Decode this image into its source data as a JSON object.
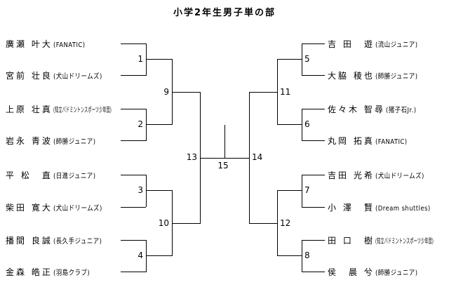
{
  "title": "小学2年生男子単の部",
  "bracket": {
    "left_players": [
      {
        "name": "廣瀬 叶大",
        "club": "(FANATIC)"
      },
      {
        "name": "宮前 壮良",
        "club": "(犬山ドリームズ)"
      },
      {
        "name": "上原 壮真",
        "club": "(知立バドミントンスポーツ少年団)"
      },
      {
        "name": "岩永 青波",
        "club": "(師勝ジュニア)"
      },
      {
        "name": "平 松　直",
        "club": "(日進ジュニア)"
      },
      {
        "name": "柴田 寛大",
        "club": "(犬山ドリームズ)"
      },
      {
        "name": "播間 良誠",
        "club": "(長久手ジュニア)"
      },
      {
        "name": "金森 皓正",
        "club": "(羽島クラブ)"
      }
    ],
    "right_players": [
      {
        "name": "吉 田　遊",
        "club": "(流山ジュニア)"
      },
      {
        "name": "大脇 稜也",
        "club": "(師勝ジュニア)"
      },
      {
        "name": "佐々木 智尋",
        "club": "(猪子石Jr.)"
      },
      {
        "name": "丸岡 拓真",
        "club": "(FANATIC)"
      },
      {
        "name": "吉田 光希",
        "club": "(犬山ドリームズ)"
      },
      {
        "name": "小 澤　賢",
        "club": "(Dream shuttles)"
      },
      {
        "name": "田 口　樹",
        "club": "(知立バドミントンスポーツ少年団)"
      },
      {
        "name": "侯　晨 兮",
        "club": "(師勝ジュニア)"
      }
    ],
    "match_numbers": {
      "m1": "1",
      "m2": "2",
      "m3": "3",
      "m4": "4",
      "m5": "5",
      "m6": "6",
      "m7": "7",
      "m8": "8",
      "m9": "9",
      "m10": "10",
      "m11": "11",
      "m12": "12",
      "m13": "13",
      "m14": "14",
      "m15": "15"
    }
  }
}
